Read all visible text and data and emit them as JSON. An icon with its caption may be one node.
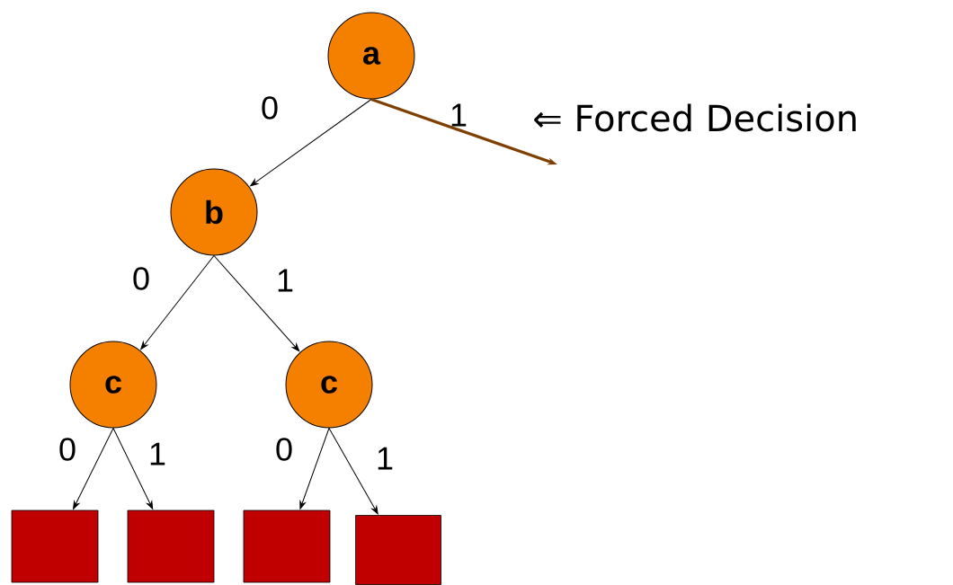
{
  "diagram": {
    "nodes": [
      {
        "text": [
          "a"
        ]
      },
      {
        "text": [
          "b"
        ]
      },
      {
        "text": [
          "c"
        ]
      },
      {
        "text": [
          "c"
        ]
      },
      {
        "text": [],
        "shape": "box"
      },
      {
        "text": [],
        "shape": "box"
      },
      {
        "text": [],
        "shape": "box"
      },
      {
        "text": [],
        "shape": "box"
      }
    ],
    "edges": [
      {
        "from": 0,
        "to": 1,
        "arrow": "to",
        "label": "0"
      },
      {
        "from": 0,
        "to": null,
        "arrow": "to",
        "label": "1",
        "style": "thick",
        "color": "#7f3f00"
      },
      {
        "from": 1,
        "to": 2,
        "arrow": "to",
        "label": "0"
      },
      {
        "from": 1,
        "to": 3,
        "arrow": "to",
        "label": "1"
      },
      {
        "from": 2,
        "to": 4,
        "arrow": "to",
        "label": "0"
      },
      {
        "from": 2,
        "to": 5,
        "arrow": "to",
        "label": "1"
      },
      {
        "from": 3,
        "to": 6,
        "arrow": "to",
        "label": "0"
      },
      {
        "from": 3,
        "to": 7,
        "arrow": "to",
        "label": "1"
      }
    ],
    "labels": [
      "⇐ Forced Decision"
    ]
  }
}
